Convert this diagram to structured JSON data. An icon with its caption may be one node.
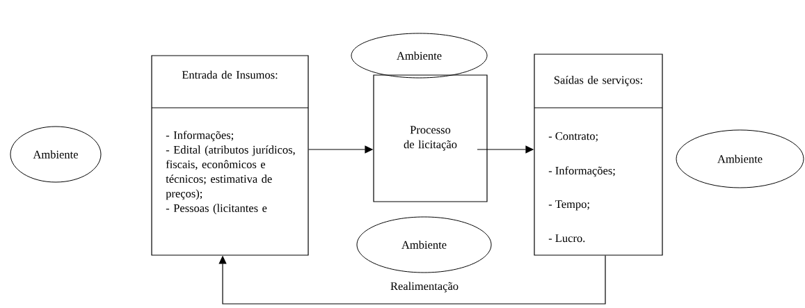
{
  "diagram": {
    "nodes": [
      {
        "text": [
          "Ambiente"
        ]
      },
      {
        "text": [
          "Ambiente"
        ]
      },
      {
        "text": [
          "Entrada de Insumos:",
          "- Informações;",
          "- Edital (atributos jurídicos, fiscais, econômicos e técnicos; estimativa de preços);",
          "- Pessoas (licitantes e"
        ]
      },
      {
        "text": [
          "Processo de licitação"
        ]
      },
      {
        "text": [
          "Saídas de serviços:",
          "- Contrato;",
          "- Informações;",
          "- Tempo;",
          "- Lucro."
        ]
      },
      {
        "text": [
          "Ambiente"
        ]
      },
      {
        "text": [
          "Ambiente"
        ]
      }
    ],
    "edges": [
      {
        "from": 2,
        "to": 3,
        "arrow": "to"
      },
      {
        "from": 3,
        "to": 4,
        "arrow": "to"
      },
      {
        "from": 4,
        "to": 2,
        "arrow": "to",
        "label": "Realimentação"
      }
    ]
  }
}
